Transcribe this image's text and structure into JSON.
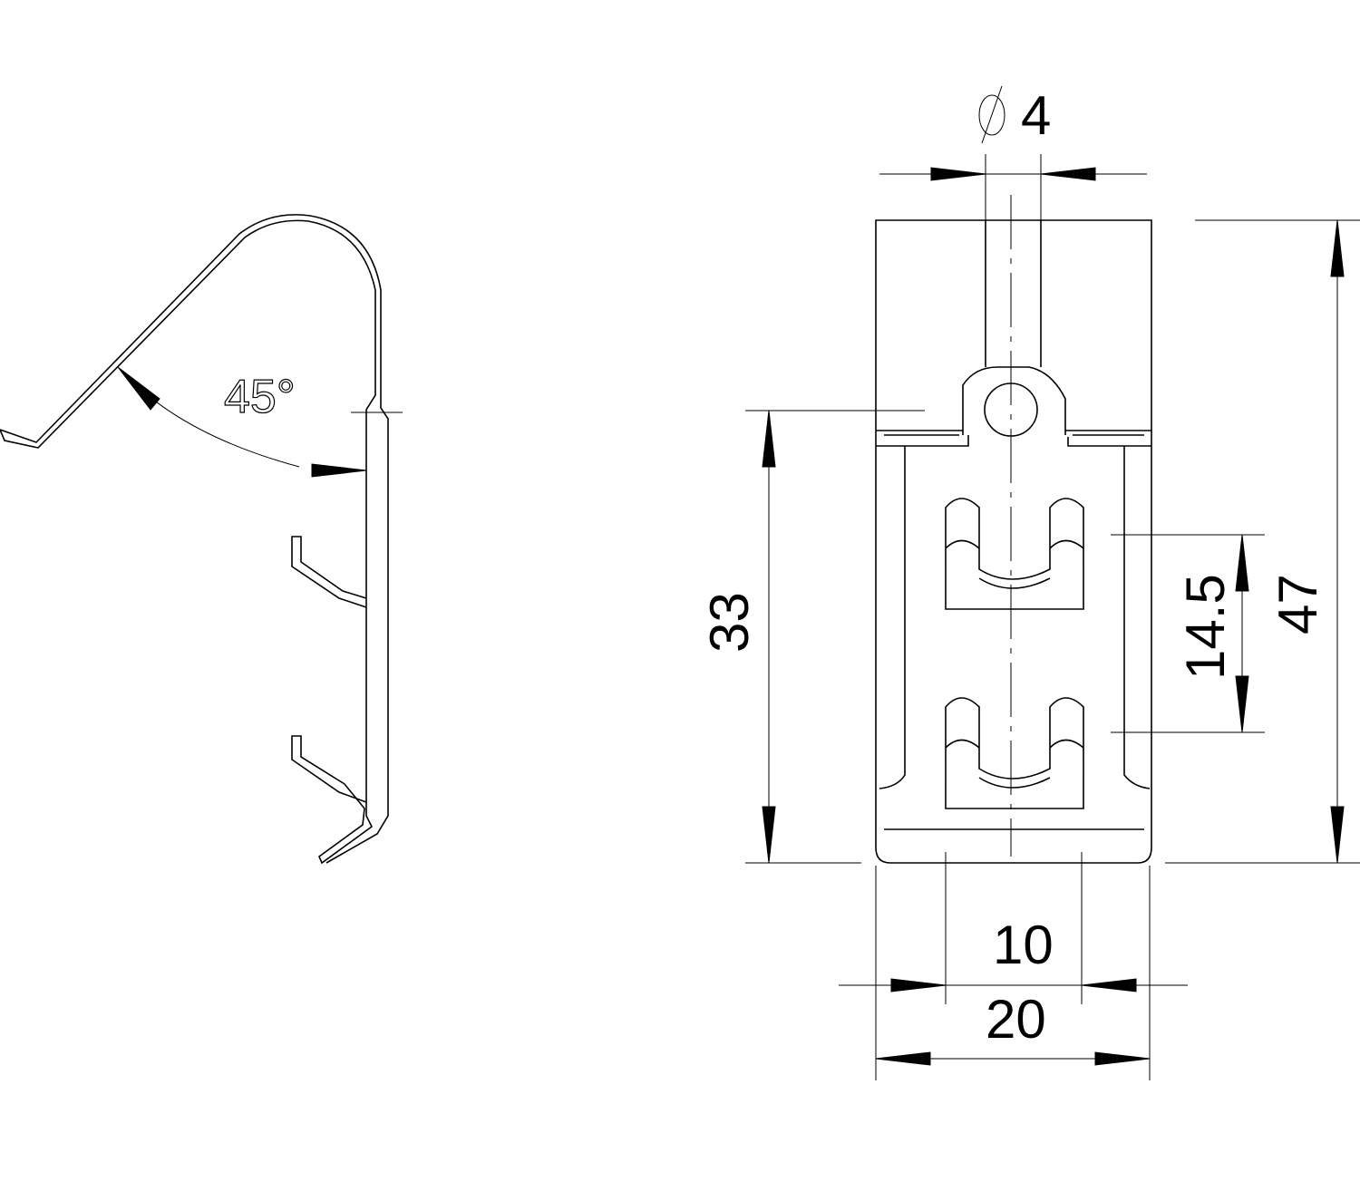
{
  "drawing": {
    "dimensions": {
      "diameter_symbol": "Ø",
      "diameter": "4",
      "angle": "45°",
      "height_to_tab": "33",
      "slot_pitch": "14.5",
      "total_height": "47",
      "slot_width": "10",
      "total_width": "20"
    },
    "colors": {
      "line": "#000000",
      "background": "#ffffff"
    }
  }
}
